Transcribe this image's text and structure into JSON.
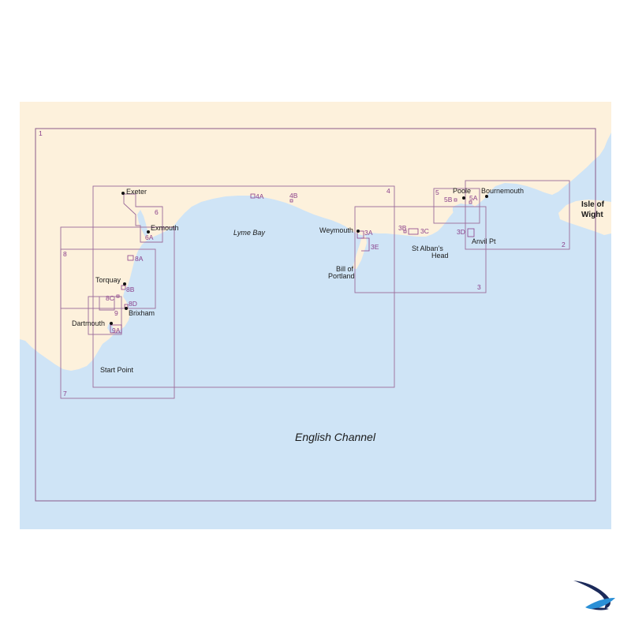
{
  "colors": {
    "land": "#fdf1dc",
    "sea": "#cfe4f6",
    "frame": "#9b6b9b",
    "label_number": "#8a3f8a",
    "logo_dark": "#1b2a5a",
    "logo_light": "#2a8fd6"
  },
  "places": {
    "exeter": "Exeter",
    "exmouth": "Exmouth",
    "torquay": "Torquay",
    "brixham": "Brixham",
    "dartmouth": "Dartmouth",
    "start_point": "Start Point",
    "weymouth": "Weymouth",
    "bill_of_portland_1": "Bill of",
    "bill_of_portland_2": "Portland",
    "st_albans_1": "St Alban’s",
    "st_albans_2": "Head",
    "anvil_pt": "Anvil Pt",
    "poole": "Poole",
    "bournemouth": "Bournemouth",
    "isle_of_wight_1": "Isle of",
    "isle_of_wight_2": "Wight"
  },
  "water": {
    "lyme_bay": "Lyme Bay",
    "english_channel": "English Channel"
  },
  "chart_labels": {
    "c1": "1",
    "c2": "2",
    "c3": "3",
    "c4": "4",
    "c5": "5",
    "c6": "6",
    "c6a": "6A",
    "c7": "7",
    "c8": "8",
    "c8a": "8A",
    "c8b": "8B",
    "c8c": "8C",
    "c8d": "8D",
    "c9": "9",
    "c9a": "9A",
    "c4a": "4A",
    "c4b": "4B",
    "c3a": "3A",
    "c3b": "3B",
    "c3c": "3C",
    "c3d": "3D",
    "c3e": "3E",
    "c5a": "5A",
    "c5b": "5B"
  },
  "logo": {
    "icon": "swallow-logo-icon"
  }
}
